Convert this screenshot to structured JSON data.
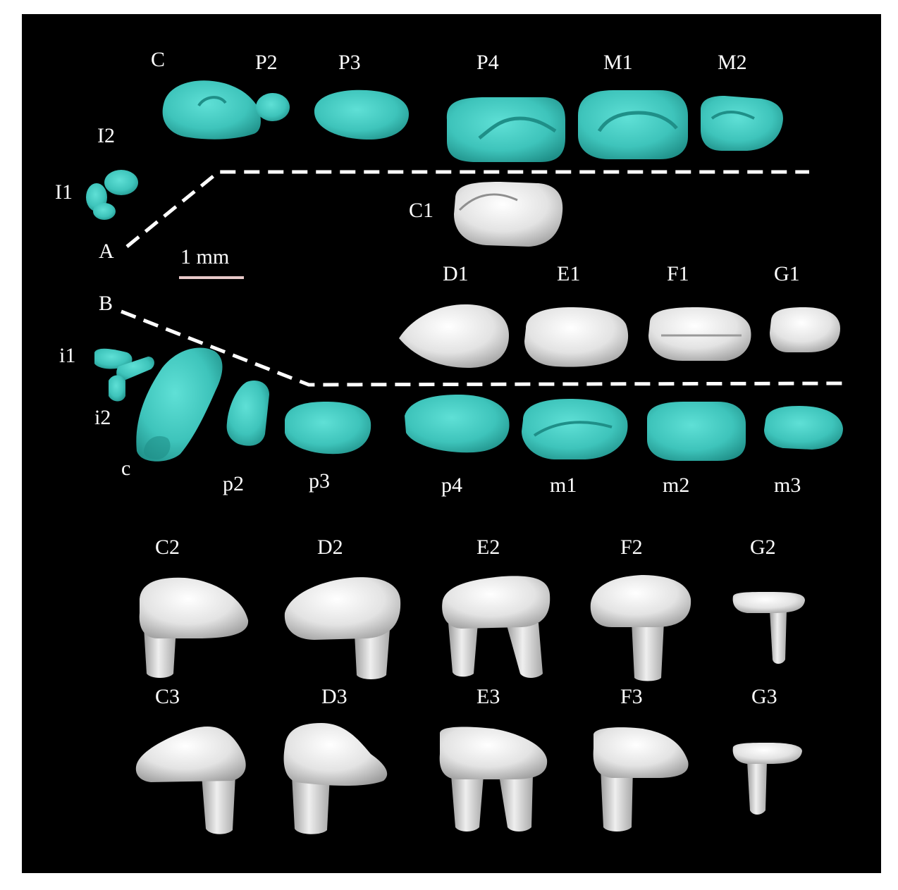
{
  "colors": {
    "background": "#000000",
    "frame": "#ffffff",
    "teal_tooth": "#3ec4bb",
    "teal_shadow": "#1f8f88",
    "white_tooth": "#e6e6e6",
    "white_shadow": "#9a9a9a",
    "scale_bar": "#e8c9c9",
    "dashed_line": "#ffffff"
  },
  "labels": {
    "upper": {
      "C": "C",
      "P2": "P2",
      "P3": "P3",
      "P4": "P4",
      "M1": "M1",
      "M2": "M2",
      "I2": "I2",
      "I1": "I1"
    },
    "panel_A": "A",
    "panel_B": "B",
    "C1": "C1",
    "scale": "1 mm",
    "row1": {
      "D1": "D1",
      "E1": "E1",
      "F1": "F1",
      "G1": "G1"
    },
    "lower": {
      "i1": "i1",
      "i2": "i2",
      "c": "c",
      "p2": "p2",
      "p3": "p3",
      "p4": "p4",
      "m1": "m1",
      "m2": "m2",
      "m3": "m3"
    },
    "row2": {
      "C2": "C2",
      "D2": "D2",
      "E2": "E2",
      "F2": "F2",
      "G2": "G2"
    },
    "row3": {
      "C3": "C3",
      "D3": "D3",
      "E3": "E3",
      "F3": "F3",
      "G3": "G3"
    }
  }
}
